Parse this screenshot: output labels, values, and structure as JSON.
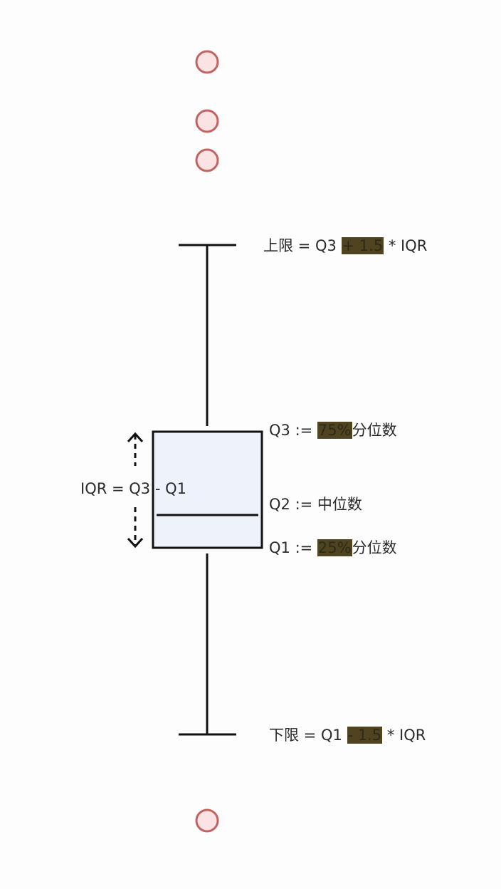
{
  "colors": {
    "background": "#fdfdfd",
    "stroke": "#111111",
    "box_fill": "#eef2fb",
    "outlier_stroke": "#c46262",
    "outlier_fill": "#fbe3e3",
    "highlight": "#4f4320"
  },
  "labels": {
    "upper_limit": {
      "prefix": "上限 = Q3 ",
      "highlight": "+ 1.5",
      "suffix": " * IQR"
    },
    "q3": {
      "prefix": "Q3 := ",
      "highlight": "75%",
      "suffix": "分位数"
    },
    "q2": {
      "text": "Q2 := 中位数"
    },
    "q1": {
      "prefix": "Q1 := ",
      "highlight": "25%",
      "suffix": "分位数"
    },
    "iqr": {
      "text": "IQR = Q3 - Q1"
    },
    "lower_limit": {
      "prefix": "下限 = Q1 ",
      "highlight": "- 1.5",
      "suffix": " * IQR"
    }
  },
  "elements": {
    "outliers_above": 3,
    "outliers_below": 1,
    "iqr_arrow_icon": "dashed-double-arrow"
  }
}
